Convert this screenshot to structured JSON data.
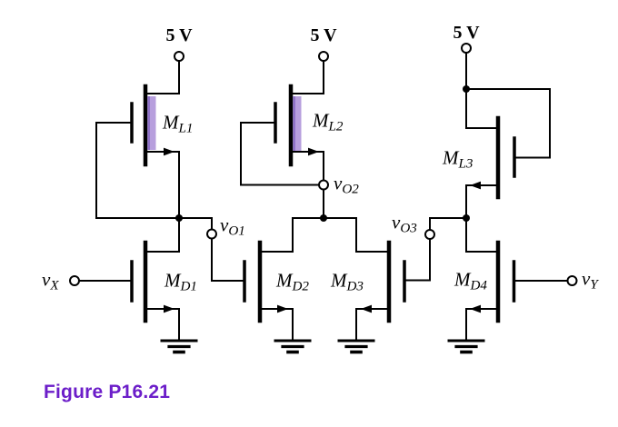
{
  "figure": {
    "caption": "Figure P16.21"
  },
  "colors": {
    "wire": "#000000",
    "depletion_fill": "#b79fdd",
    "depletion_edge": "#8f72c8",
    "caption": "#6c1ec9"
  },
  "supplies": [
    {
      "label": "5 V"
    },
    {
      "label": "5 V"
    },
    {
      "label": "5 V"
    }
  ],
  "transistors": [
    {
      "id": "ML1",
      "main": "M",
      "sub": "L1",
      "depletion_shaded": true
    },
    {
      "id": "ML2",
      "main": "M",
      "sub": "L2",
      "depletion_shaded": true
    },
    {
      "id": "ML3",
      "main": "M",
      "sub": "L3",
      "depletion_shaded": false
    },
    {
      "id": "MD1",
      "main": "M",
      "sub": "D1",
      "depletion_shaded": false
    },
    {
      "id": "MD2",
      "main": "M",
      "sub": "D2",
      "depletion_shaded": false
    },
    {
      "id": "MD3",
      "main": "M",
      "sub": "D3",
      "depletion_shaded": false
    },
    {
      "id": "MD4",
      "main": "M",
      "sub": "D4",
      "depletion_shaded": false
    }
  ],
  "nodes": [
    {
      "id": "vO1",
      "main": "v",
      "sub": "O1"
    },
    {
      "id": "vO2",
      "main": "v",
      "sub": "O2"
    },
    {
      "id": "vO3",
      "main": "v",
      "sub": "O3"
    }
  ],
  "inputs": [
    {
      "id": "vX",
      "main": "v",
      "sub": "X"
    },
    {
      "id": "vY",
      "main": "v",
      "sub": "Y"
    }
  ]
}
